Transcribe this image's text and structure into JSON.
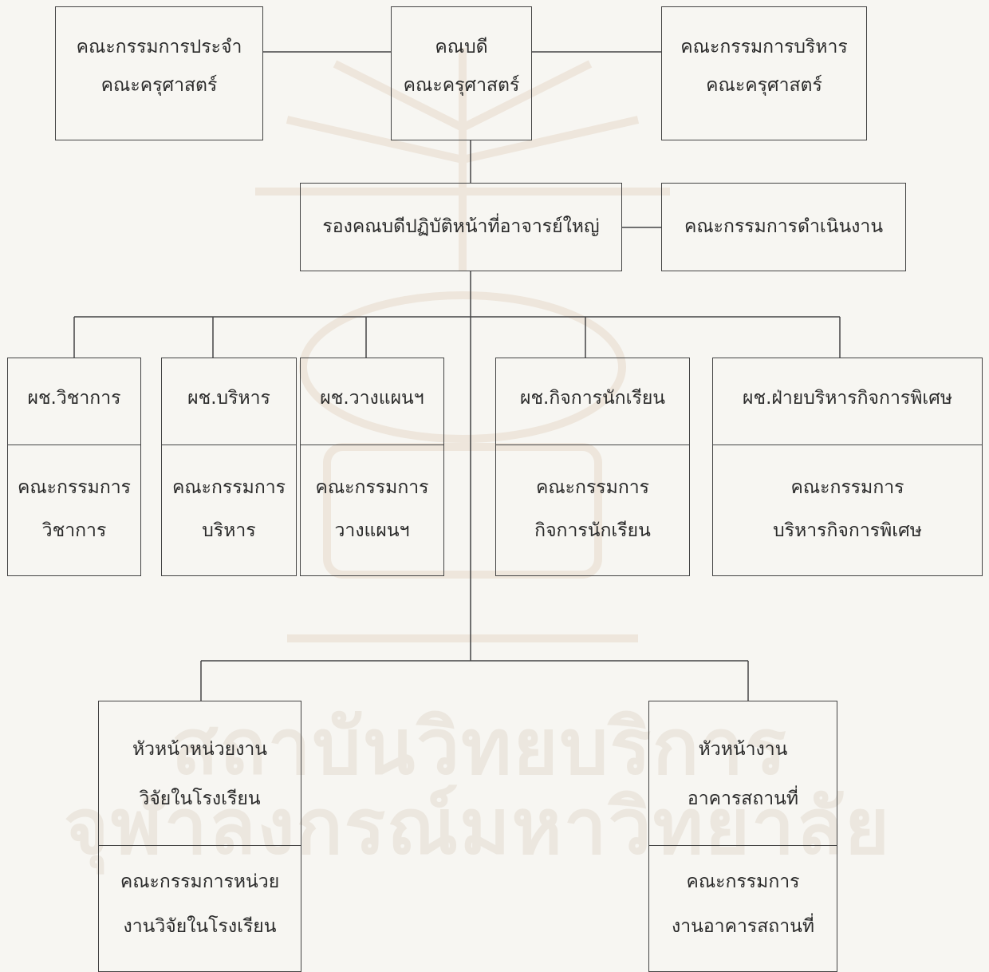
{
  "watermark": {
    "line1": "สถาบันวิทยบริการ",
    "line2": "จุฬาลงกรณ์มหาวิทยาลัย"
  },
  "boxes": {
    "faculty_board": {
      "line1": "คณะกรรมการประจำ",
      "line2": "คณะครุศาสตร์"
    },
    "dean": {
      "line1": "คณบดี",
      "line2": "คณะครุศาสตร์"
    },
    "admin_committee": {
      "line1": "คณะกรรมการบริหาร",
      "line2": "คณะครุศาสตร์"
    },
    "vice_dean": {
      "line1": "รองคณบดีปฏิบัติหน้าที่อาจารย์ใหญ่"
    },
    "operations_committee": {
      "line1": "คณะกรรมการดำเนินงาน"
    },
    "academic": {
      "head": "ผช.วิชาการ",
      "line1": "คณะกรรมการ",
      "line2": "วิชาการ"
    },
    "administration": {
      "head": "ผช.บริหาร",
      "line1": "คณะกรรมการ",
      "line2": "บริหาร"
    },
    "planning": {
      "head": "ผช.วางแผนฯ",
      "line1": "คณะกรรมการ",
      "line2": "วางแผนฯ"
    },
    "student_affairs": {
      "head": "ผช.กิจการนักเรียน",
      "line1": "คณะกรรมการ",
      "line2": "กิจการนักเรียน"
    },
    "special_affairs": {
      "head": "ผช.ฝ่ายบริหารกิจการพิเศษ",
      "line1": "คณะกรรมการ",
      "line2": "บริหารกิจการพิเศษ"
    },
    "research_unit": {
      "line1": "หัวหน้าหน่วยงาน",
      "line2": "วิจัยในโรงเรียน",
      "line3": "คณะกรรมการหน่วย",
      "line4": "งานวิจัยในโรงเรียน"
    },
    "building_unit": {
      "line1": "หัวหน้างาน",
      "line2": "อาคารสถานที่",
      "line3": "คณะกรรมการ",
      "line4": "งานอาคารสถานที่"
    }
  }
}
